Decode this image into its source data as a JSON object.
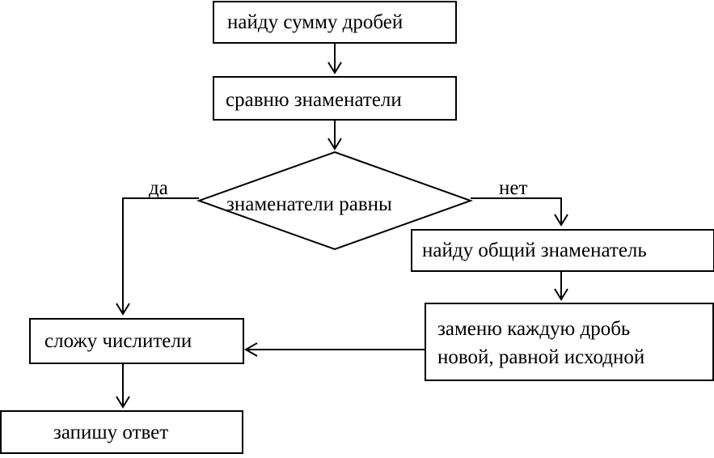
{
  "nodes": {
    "find_sum": "найду сумму дробей",
    "compare": "сравню знаменатели",
    "decision": "знаменатели равны",
    "common_denominator": "найду общий знаменатель",
    "replace_line1": "заменю каждую дробь",
    "replace_line2": "новой, равной исходной",
    "add_numerators": "сложу числители",
    "write_answer": "запишу ответ"
  },
  "branches": {
    "yes": "да",
    "no": "нет"
  }
}
